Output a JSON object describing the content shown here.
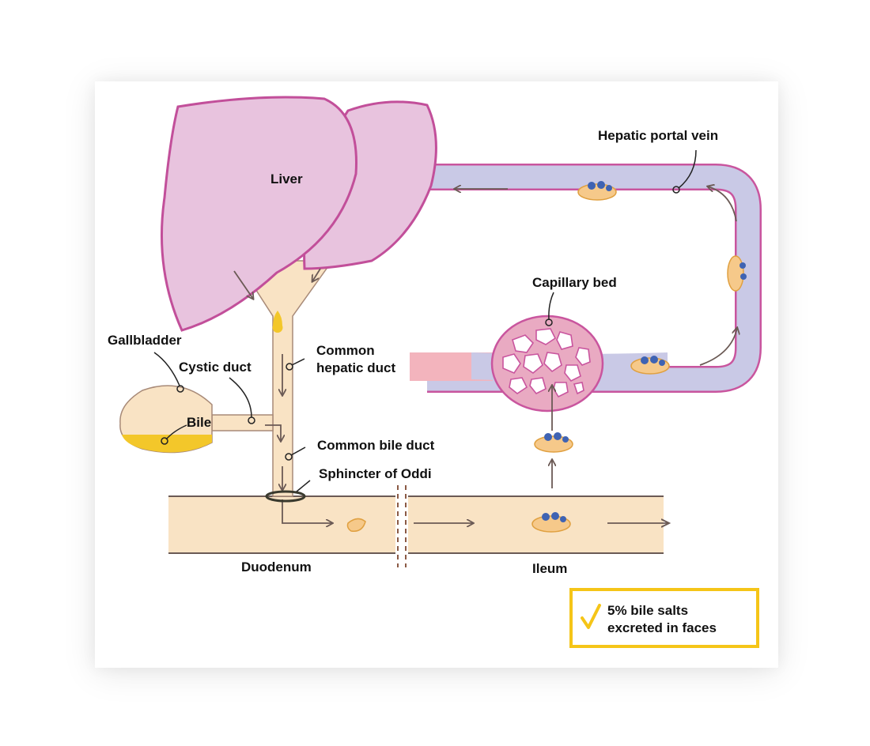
{
  "labels": {
    "liver": "Liver",
    "hepatic_portal_vein": "Hepatic portal vein",
    "capillary_bed": "Capillary bed",
    "gallbladder": "Gallbladder",
    "cystic_duct": "Cystic duct",
    "common_hepatic_duct_line1": "Common",
    "common_hepatic_duct_line2": "hepatic duct",
    "bile": "Bile",
    "common_bile_duct": "Common bile duct",
    "sphincter_of_oddi": "Sphincter of Oddi",
    "duodenum": "Duodenum",
    "ileum": "Ileum"
  },
  "note": {
    "line1": "5% bile salts",
    "line2": "excreted in faces",
    "icon": "check-icon"
  },
  "colors": {
    "liver_fill": "#e8c3de",
    "liver_outline": "#c24f9a",
    "duct_fill": "#f9e3c4",
    "bile_yellow": "#f3c72a",
    "vein_fill": "#c9c9e6",
    "vein_outline": "#c9559e",
    "note_border": "#f5c518"
  }
}
